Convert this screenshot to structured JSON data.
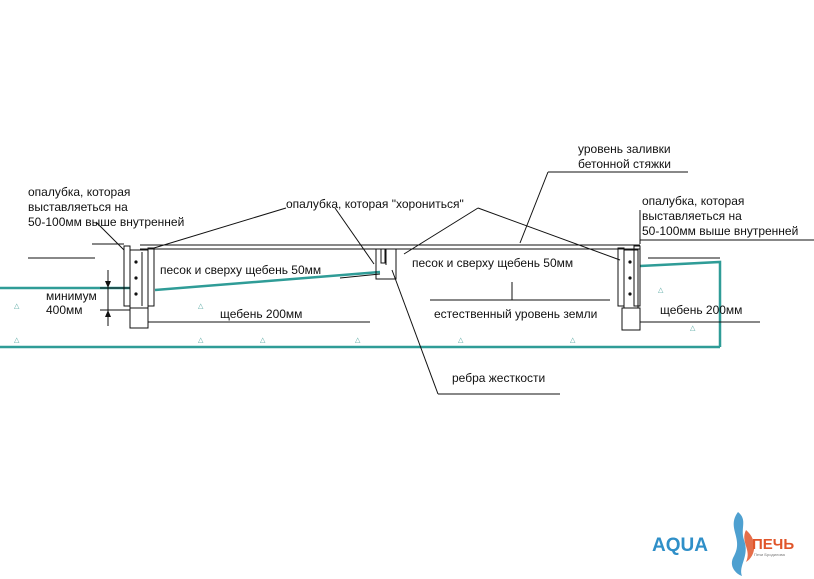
{
  "labels": {
    "formwork_left_line1": "опалубка, которая",
    "formwork_left_line2": "выставляеться на",
    "formwork_left_line3": "50-100мм выше внутренней",
    "formwork_buried": "опалубка, которая \"хорониться\"",
    "pour_level_line1": "уровень заливки",
    "pour_level_line2": "бетонной стяжки",
    "formwork_right_line1": "опалубка, которая",
    "formwork_right_line2": "выставляеться на",
    "formwork_right_line3": "50-100мм выше внутренней",
    "sand_left": "песок и сверху щебень 50мм",
    "sand_right": "песок и сверху щебень 50мм",
    "min_line1": "минимум",
    "min_line2": "400мм",
    "gravel_left": "щебень 200мм",
    "gravel_right": "щебень 200мм",
    "natural_ground": "естественный уровень земли",
    "ribs": "ребра жесткости"
  },
  "logo": {
    "aqua": "AQUA",
    "pech": "ПЕЧЬ",
    "tagline": "Печи Бродилова"
  },
  "colors": {
    "ground": "#2f9c97",
    "gravel_marks": "#5aa9a4",
    "line": "#111111",
    "logo_blue": "#2f8fc8",
    "logo_orange": "#e0552a"
  }
}
